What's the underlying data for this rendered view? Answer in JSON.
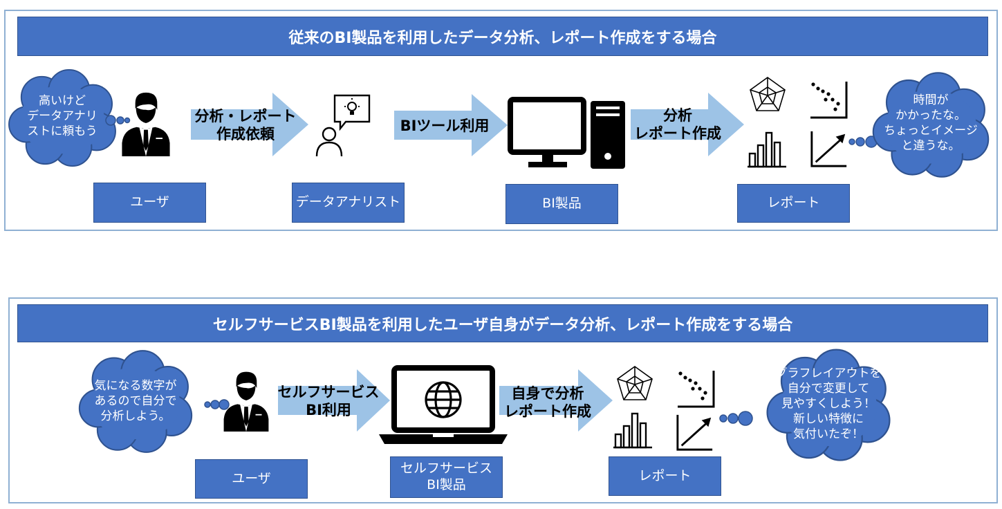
{
  "colors": {
    "accent": "#4472c4",
    "arrow": "#9dc3e6",
    "border": "#8fb0d3"
  },
  "top": {
    "title": "従来のBI製品を利用したデータ分析、レポート作成をする場合",
    "thought_user": "高いけど\nデータアナリ\nストに頼もう",
    "thought_report": "時間が\nかかったな。\nちょっとイメージ\nと違うな。",
    "arrow1": "分析・レポート\n作成依頼",
    "arrow2": "BIツール利用",
    "arrow3": "分析\nレポート作成",
    "labels": {
      "user": "ユーザ",
      "analyst": "データアナリスト",
      "bi": "BI製品",
      "report": "レポート"
    },
    "icons": [
      "businessman-icon",
      "analyst-idea-icon",
      "desktop-computer-icon",
      "radar-chart-icon",
      "scatter-chart-icon",
      "bar-chart-icon",
      "growth-chart-icon"
    ]
  },
  "bottom": {
    "title": "セルフサービスBI製品を利用したユーザ自身がデータ分析、レポート作成をする場合",
    "thought_user": "気になる数字が\nあるので自分で\n分析しよう。",
    "thought_report": "グラフレイアウトを\n自分で変更して\n見やすくしよう！\n新しい特徴に\n気付いたぞ！",
    "arrow1": "セルフサービス\nBI利用",
    "arrow2": "自身で分析\nレポート作成",
    "labels": {
      "user": "ユーザ",
      "selfbi": "セルフサービス\nBI製品",
      "report": "レポート"
    },
    "icons": [
      "businessman-icon",
      "laptop-globe-icon",
      "radar-chart-icon",
      "scatter-chart-icon",
      "bar-chart-icon",
      "growth-chart-icon"
    ]
  }
}
